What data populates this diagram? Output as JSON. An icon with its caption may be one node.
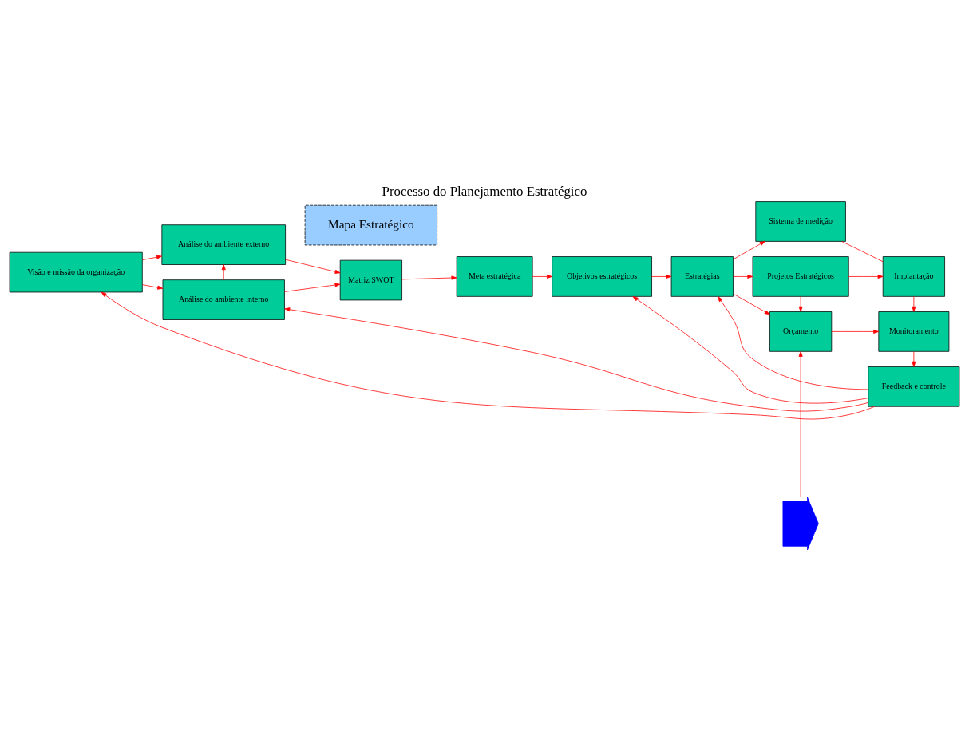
{
  "diagram": {
    "title": "Processo do Planejamento Estratégico",
    "nodes": [
      {
        "text": [
          "Mapa Estratégico"
        ]
      },
      {
        "text": [
          "Visão e missão da organização"
        ]
      },
      {
        "text": [
          "Análise do ambiente externo"
        ]
      },
      {
        "text": [
          "Análise do ambiente interno"
        ]
      },
      {
        "text": [
          "Matriz SWOT"
        ]
      },
      {
        "text": [
          "Meta estratégica"
        ]
      },
      {
        "text": [
          "Objetivos estratégicos"
        ]
      },
      {
        "text": [
          "Estratégias"
        ]
      },
      {
        "text": [
          "Sistema de medição"
        ]
      },
      {
        "text": [
          "Projetos Estratégicos"
        ]
      },
      {
        "text": [
          "Orçamento"
        ]
      },
      {
        "text": [
          "Implantação"
        ]
      },
      {
        "text": [
          "Monitoramento"
        ]
      },
      {
        "text": [
          "Feedback e controle"
        ]
      },
      {
        "text": [],
        "shape": "arrow"
      }
    ],
    "edges": [
      {
        "from": 1,
        "to": 2,
        "arrow": "to"
      },
      {
        "from": 1,
        "to": 3,
        "arrow": "to"
      },
      {
        "from": 3,
        "to": 2,
        "arrow": "to"
      },
      {
        "from": 2,
        "to": 4,
        "arrow": "to"
      },
      {
        "from": 3,
        "to": 4,
        "arrow": "to"
      },
      {
        "from": 4,
        "to": 5,
        "arrow": "to"
      },
      {
        "from": 5,
        "to": 6,
        "arrow": "to"
      },
      {
        "from": 6,
        "to": 7,
        "arrow": "to"
      },
      {
        "from": 7,
        "to": 8,
        "arrow": "to"
      },
      {
        "from": 7,
        "to": 9,
        "arrow": "to"
      },
      {
        "from": 7,
        "to": 10,
        "arrow": "to"
      },
      {
        "from": 9,
        "to": 11,
        "arrow": "to"
      },
      {
        "from": 9,
        "to": 10,
        "arrow": "to"
      },
      {
        "from": 10,
        "to": 12,
        "arrow": "to"
      },
      {
        "from": 8,
        "to": 11,
        "arrow": "none"
      },
      {
        "from": 11,
        "to": 12,
        "arrow": "to"
      },
      {
        "from": 12,
        "to": 13,
        "arrow": "to"
      },
      {
        "from": 13,
        "to": 1,
        "arrow": "to"
      },
      {
        "from": 13,
        "to": 3,
        "arrow": "to"
      },
      {
        "from": 13,
        "to": 6,
        "arrow": "to"
      },
      {
        "from": 13,
        "to": 7,
        "arrow": "to"
      },
      {
        "from": 14,
        "to": 10,
        "arrow": "to"
      }
    ]
  }
}
